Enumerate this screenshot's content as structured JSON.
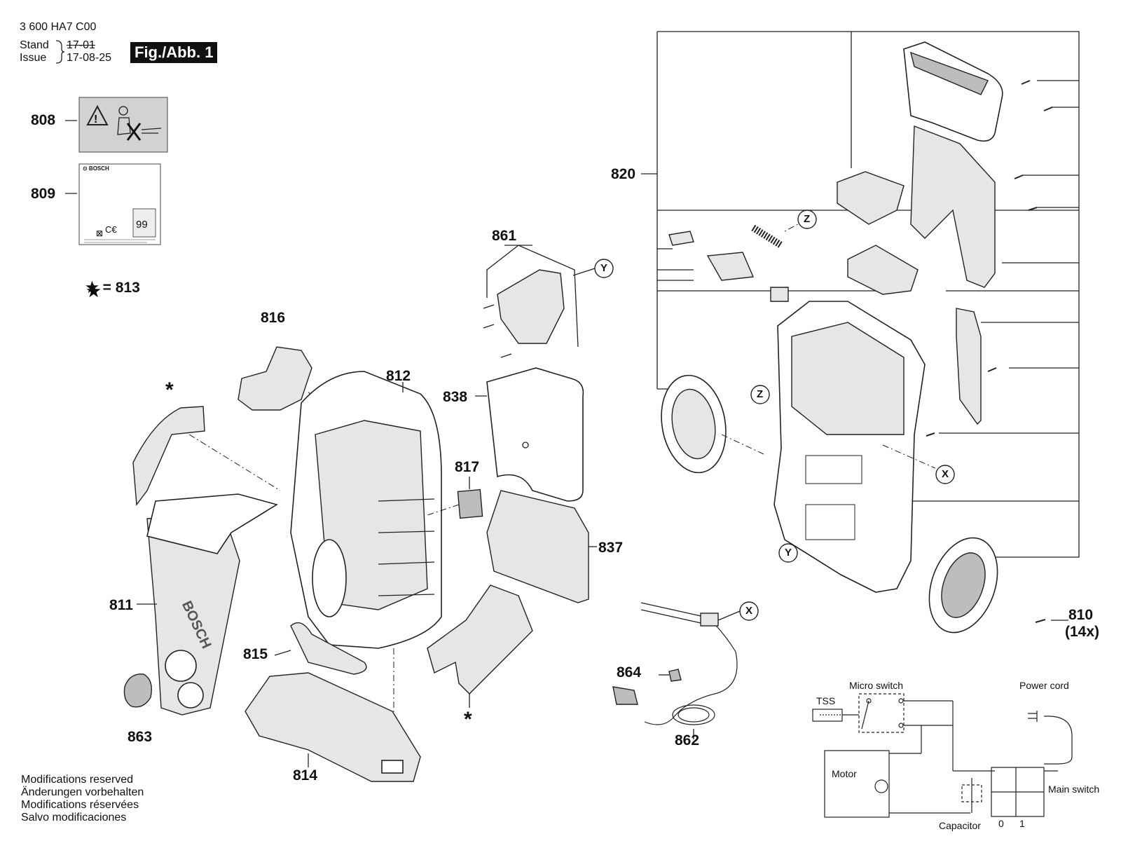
{
  "header": {
    "doc_number": "3 600 HA7 C00",
    "stand_label": "Stand",
    "issue_label": "Issue",
    "stand_old": "17-01",
    "issue_date": "17-08-25",
    "figure_label": "Fig./Abb. 1"
  },
  "legend": {
    "star_note": "★ = 813"
  },
  "callouts": {
    "p808": "808",
    "p809": "809",
    "p810": "810",
    "p810_qty": "(14x)",
    "p811": "811",
    "p812": "812",
    "p814": "814",
    "p815": "815",
    "p816": "816",
    "p817": "817",
    "p820": "820",
    "p837": "837",
    "p838": "838",
    "p861": "861",
    "p862": "862",
    "p863": "863",
    "p864": "864",
    "star_a": "*",
    "star_b": "*"
  },
  "markers": {
    "x": "X",
    "y": "Y",
    "z": "Z"
  },
  "label_809": {
    "brand": "⊙ BOSCH",
    "ce": "C€",
    "num": "99"
  },
  "wiring": {
    "tss": "TSS",
    "micro_switch": "Micro switch",
    "power_cord": "Power cord",
    "motor": "Motor",
    "capacitor": "Capacitor",
    "main_switch": "Main switch",
    "pos_0": "0",
    "pos_1": "1"
  },
  "footer": {
    "lines": [
      "Modifications reserved",
      "Änderungen vorbehalten",
      "Modifications réservées",
      "Salvo modificaciones"
    ]
  }
}
